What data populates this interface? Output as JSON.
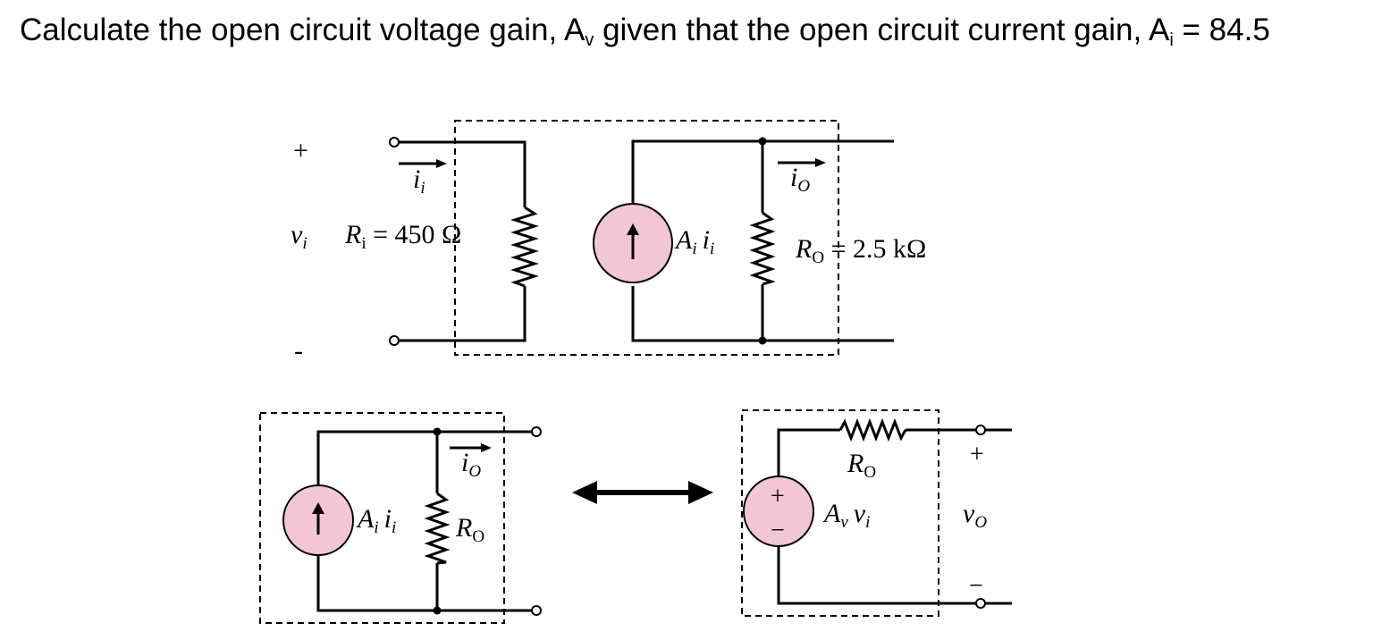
{
  "question": {
    "prefix": "Calculate the open circuit voltage gain, A",
    "av_sub": "v",
    "middle": " given that the open circuit current gain, A",
    "ai_sub": "i",
    "suffix": " = 84.5"
  },
  "top_circuit": {
    "plus": "+",
    "minus": "-",
    "v_in": "v",
    "v_in_sub": "i",
    "i_in": "i",
    "i_in_sub": "i",
    "ri_sym": "R",
    "ri_sub": "i",
    "ri_value": " = 450 Ω",
    "src_A": "A",
    "src_A_sub": "i",
    "src_i": "i",
    "src_i_sub": "i",
    "i_out": "i",
    "i_out_sub": "O",
    "ro_sym": "R",
    "ro_sub": "O",
    "ro_value": " = 2.5 kΩ"
  },
  "norton_model": {
    "src_A": "A",
    "src_A_sub": "i",
    "src_i": "i",
    "src_i_sub": "i",
    "i_out": "i",
    "i_out_sub": "O",
    "ro_sym": "R",
    "ro_sub": "O"
  },
  "thevenin_model": {
    "ro_sym": "R",
    "ro_sub": "O",
    "src_plus": "+",
    "src_minus": "−",
    "src_A": "A",
    "src_A_sub": "v",
    "src_v": "v",
    "src_v_sub": "i",
    "out_plus": "+",
    "out_minus": "−",
    "v_out": "v",
    "v_out_sub": "O"
  },
  "colors": {
    "source_fill": "#f2c6d5",
    "line": "#000000"
  },
  "icons": [
    "current-source-icon",
    "voltage-source-icon",
    "resistor-icon",
    "double-arrow-icon"
  ]
}
